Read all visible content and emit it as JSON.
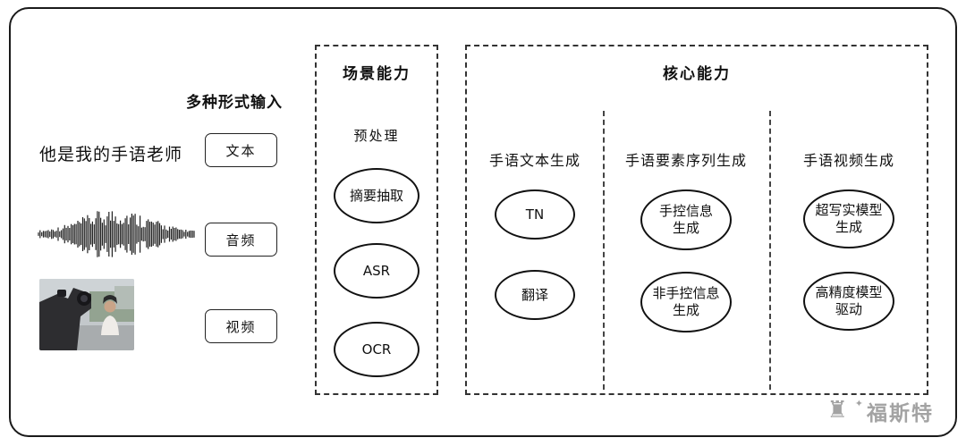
{
  "input_section": {
    "title": "多种形式输入",
    "text_example": "他是我的手语老师",
    "items": [
      {
        "label": "文本"
      },
      {
        "label": "音频"
      },
      {
        "label": "视频"
      }
    ]
  },
  "scene_section": {
    "title": "场景能力",
    "subtitle": "预处理",
    "nodes": [
      "摘要抽取",
      "ASR",
      "OCR"
    ]
  },
  "core_section": {
    "title": "核心能力",
    "columns": [
      {
        "title": "手语文本生成",
        "nodes": [
          "TN",
          "翻译"
        ]
      },
      {
        "title": "手语要素序列生成",
        "nodes": [
          "手控信息\n生成",
          "非手控信息\n生成"
        ]
      },
      {
        "title": "手语视频生成",
        "nodes": [
          "超写实模型\n生成",
          "高精度模型\n驱动"
        ]
      }
    ]
  },
  "watermark": {
    "text": "福斯特"
  }
}
